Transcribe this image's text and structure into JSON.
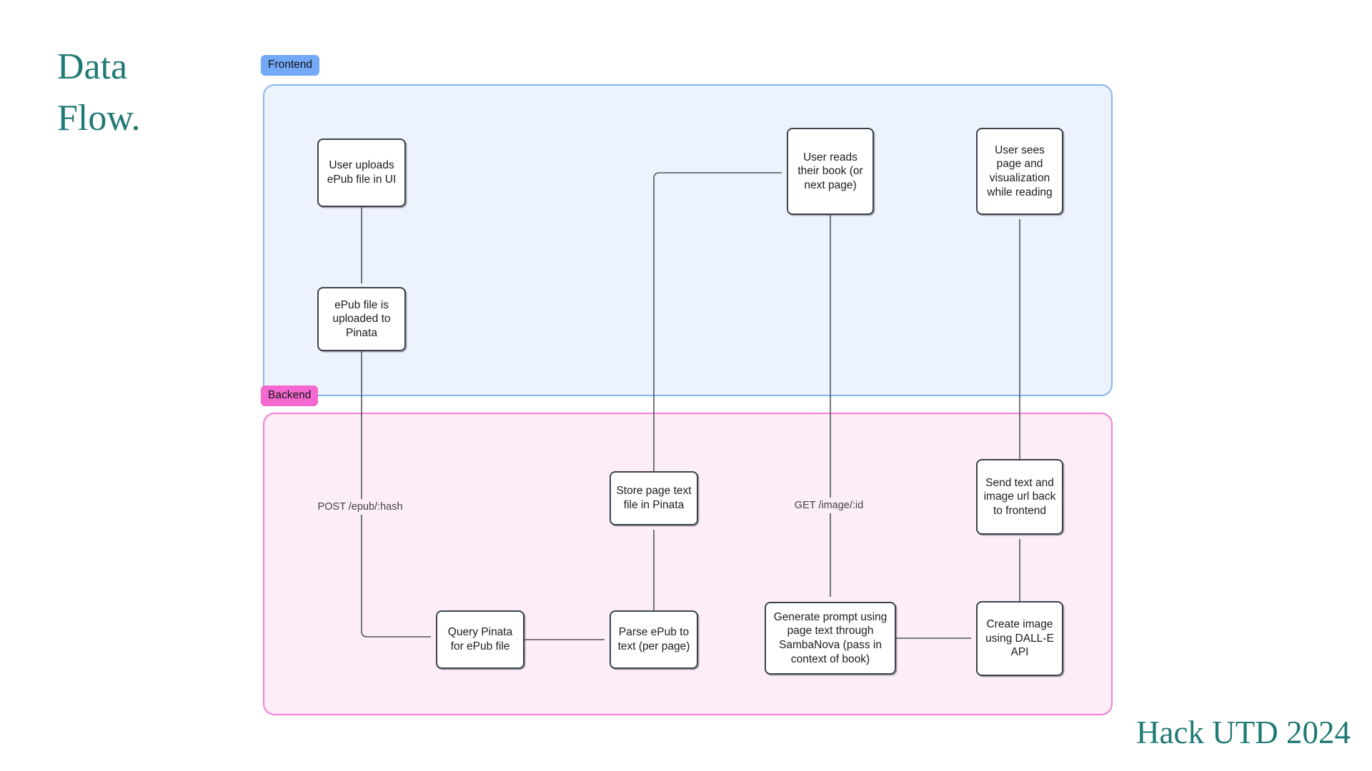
{
  "title": {
    "line1": "Data",
    "line2": "Flow."
  },
  "footer": "Hack UTD 2024",
  "regions": {
    "frontend": {
      "label": "Frontend"
    },
    "backend": {
      "label": "Backend"
    }
  },
  "nodes": {
    "user_uploads": {
      "label": "User uploads ePub file in UI"
    },
    "epub_uploaded": {
      "label": "ePub file is uploaded to Pinata"
    },
    "user_reads": {
      "label": "User reads their book (or next page)"
    },
    "user_sees": {
      "label": "User sees page and visualization while reading"
    },
    "store_page": {
      "label": "Store page text file in Pinata"
    },
    "send_back": {
      "label": "Send text and image url back to frontend"
    },
    "query_pinata": {
      "label": "Query Pinata for ePub file"
    },
    "parse_epub": {
      "label": "Parse ePub to text (per page)"
    },
    "generate_prompt": {
      "label": "Generate prompt using page text through SambaNova (pass in context of book)"
    },
    "create_image": {
      "label": "Create image using DALL-E API"
    }
  },
  "edge_labels": {
    "post_epub": "POST /epub/:hash",
    "get_image": "GET /image/:id"
  },
  "colors": {
    "accent_teal": "#1F7974",
    "frontend_tag": "#73A9F6",
    "frontend_fill": "#EDF3FC",
    "frontend_border": "#85B4F0",
    "backend_tag": "#F468CF",
    "backend_fill": "#FCEDF7",
    "backend_border": "#F480D2",
    "node_fill": "#FFFFFF",
    "node_border": "#3C424A",
    "edge_stroke": "#4E555E"
  }
}
